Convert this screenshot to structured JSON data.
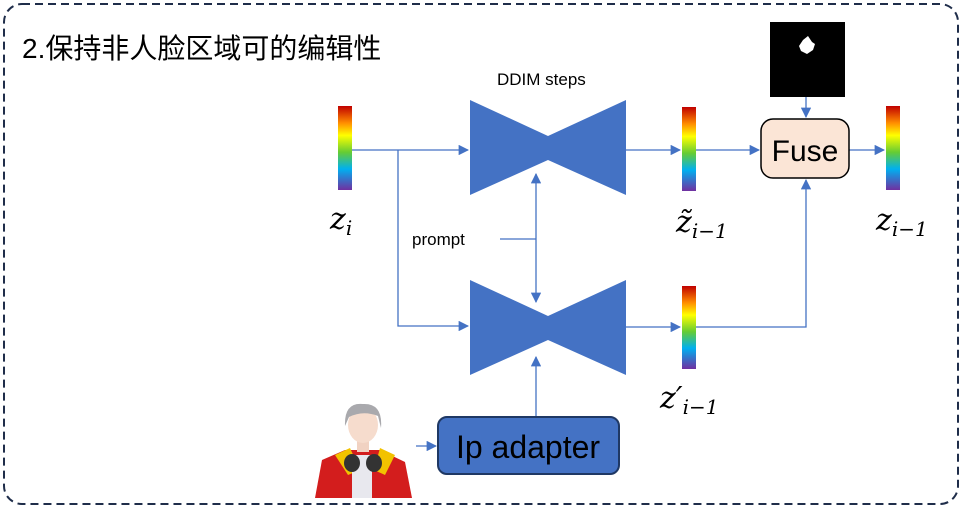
{
  "title": "2.保持非人脸区域可的编辑性",
  "ddim_label": "DDIM steps",
  "prompt_label": "prompt",
  "fuse_label": "Fuse",
  "ip_adapter_label": "Ip adapter",
  "latents": {
    "z_i": {
      "base": "z",
      "sub": "i"
    },
    "z_tilde": {
      "base": "z̃",
      "sub": "i−1"
    },
    "z_prime": {
      "base": "z′",
      "sub": "i−1"
    },
    "z_out": {
      "base": "z",
      "sub": "i−1"
    }
  },
  "colors": {
    "unet": "#4472c4",
    "arrow": "#4472c4",
    "fuse_fill": "#fbe5d6",
    "border": "#1f2d4a"
  }
}
